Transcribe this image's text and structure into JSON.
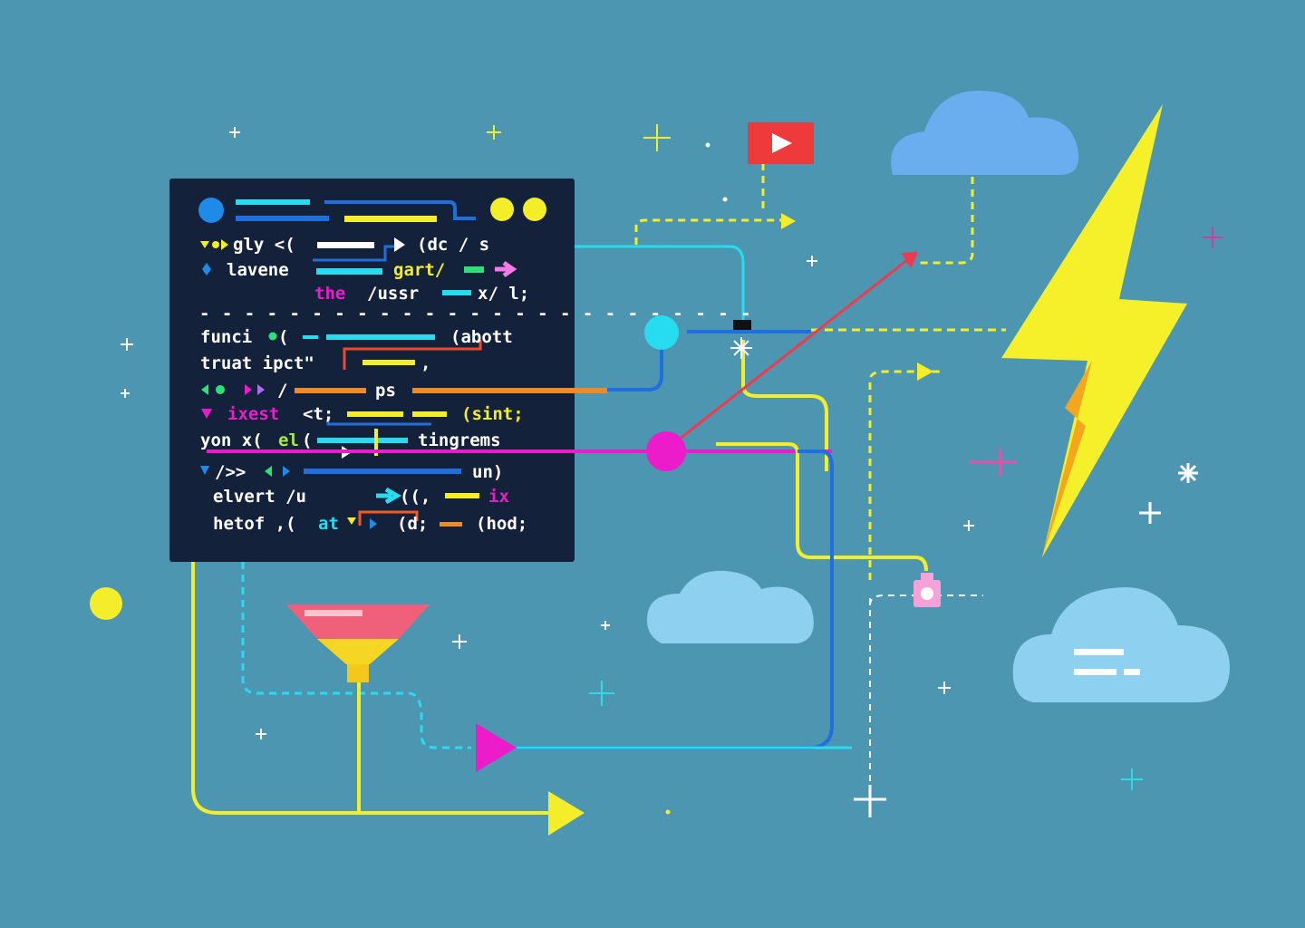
{
  "code": {
    "lines": [
      [
        "gly <(",
        "(dc / s"
      ],
      [
        "lavene",
        "gart/"
      ],
      [
        "the",
        "/ussr",
        "x/ l;"
      ],
      [
        "funci",
        "(",
        "(abott"
      ],
      [
        "truat ipct\"",
        ","
      ],
      [
        "/",
        "ps"
      ],
      [
        "ixest",
        "<t;",
        "(sint;"
      ],
      [
        "yon x(",
        "el",
        "(",
        "tingrems"
      ],
      [
        "/>>",
        "un)"
      ],
      [
        "elvert /u",
        "((,",
        "ix"
      ],
      [
        "hetof ,(",
        "at",
        "(d;",
        "(hod;"
      ]
    ]
  },
  "colors": {
    "background": "#4d96b2",
    "panel": "#13223a",
    "yellow": "#f4ee2a",
    "cyan": "#27dcef",
    "blue": "#1f6fdc",
    "magenta": "#ec1ccb",
    "orange": "#f08a24",
    "red": "#ee3a3a",
    "cloud_blue": "#6aaef0",
    "cloud_light": "#8ed0ef"
  },
  "icons": [
    "play-button-icon",
    "lightning-bolt-icon",
    "cloud-icon",
    "funnel-icon",
    "lock-icon",
    "sparkle-icon"
  ]
}
